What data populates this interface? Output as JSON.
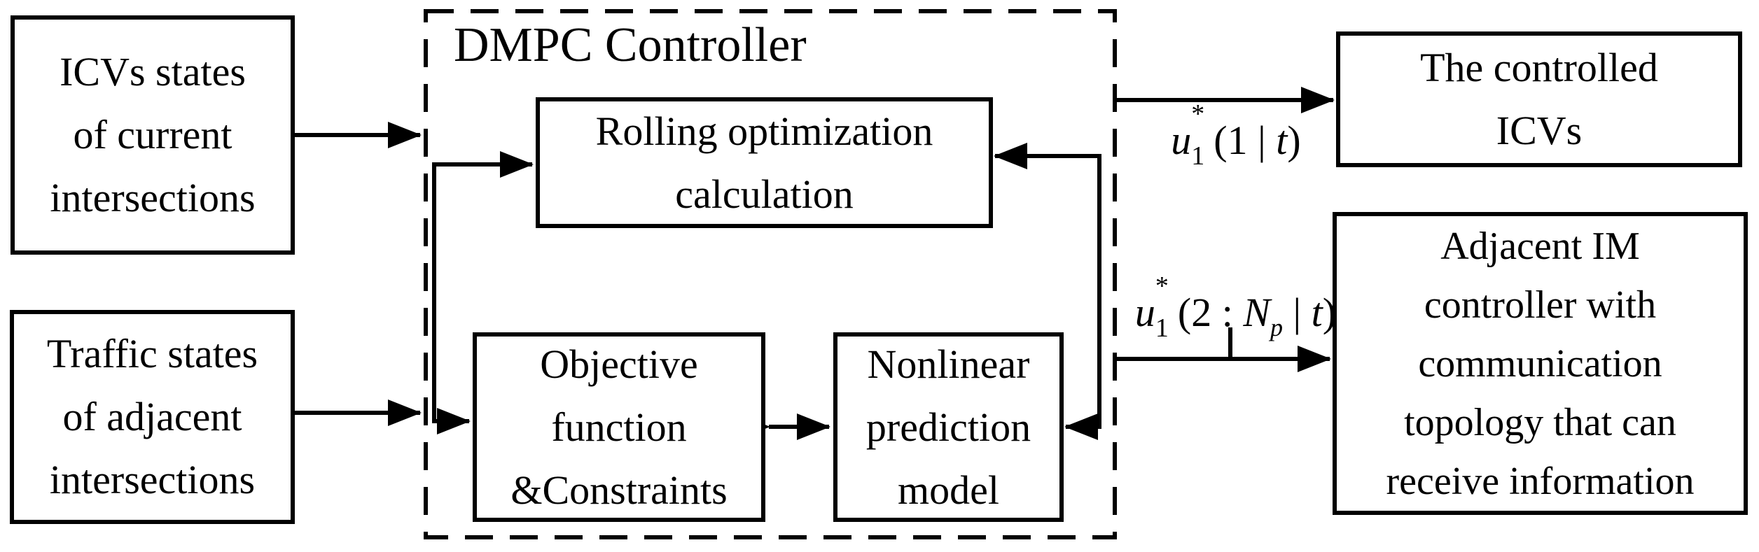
{
  "diagram": {
    "title": "DMPC Controller",
    "boxes": {
      "icv_states": {
        "lines": [
          "ICVs states",
          "of current",
          "intersections"
        ]
      },
      "traffic_states": {
        "lines": [
          "Traffic states",
          "of adjacent",
          "intersections"
        ]
      },
      "rolling": {
        "lines": [
          "Rolling optimization",
          "calculation"
        ]
      },
      "objective": {
        "lines": [
          "Objective",
          "function",
          "&Constraints"
        ]
      },
      "nonlinear": {
        "lines": [
          "Nonlinear",
          "prediction",
          "model"
        ]
      },
      "controlled_icvs": {
        "lines": [
          "The controlled",
          "ICVs"
        ]
      },
      "adjacent_im": {
        "lines": [
          "Adjacent IM",
          "controller with",
          "communication",
          "topology that can",
          "receive information"
        ]
      }
    },
    "labels": {
      "u1_1t": {
        "u": "u",
        "sup": "*",
        "sub": "1",
        "pre": "(1 | ",
        "t": "t",
        "post": ")"
      },
      "u1_2Npt": {
        "u": "u",
        "sup": "*",
        "sub": "1",
        "pre": "(2 : ",
        "N": "N",
        "Nsub": "p",
        "mid": " | ",
        "t": "t",
        "post": ")"
      }
    },
    "colors": {
      "ink": "#000000",
      "background": "#ffffff"
    }
  }
}
